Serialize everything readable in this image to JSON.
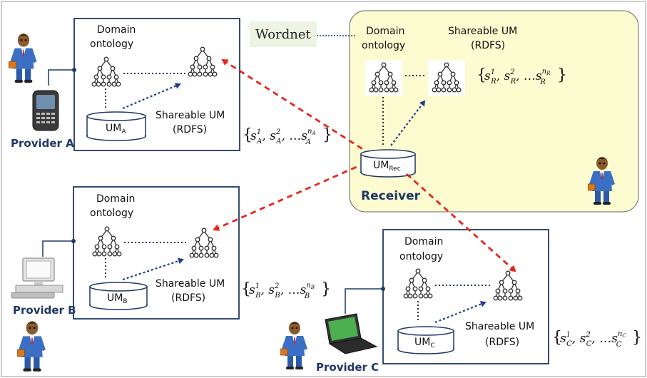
{
  "wordnet": "Wordnet",
  "receiver": {
    "label": "Receiver",
    "domain_ontology_1": "Domain",
    "domain_ontology_2": "ontology",
    "shareable_1": "Shareable UM",
    "shareable_2": "(RDFS)",
    "um_base": "UM",
    "um_sub": "Rec",
    "set_text": "{s¹ᵣ, s²ᵣ, …sⁿᵣ}",
    "set_sub": "R",
    "set_sup_n": "n",
    "set_sup_n_sub": "R"
  },
  "providers": [
    {
      "id": "A",
      "label": "Provider A",
      "domain_ontology_1": "Domain",
      "domain_ontology_2": "ontology",
      "shareable_1": "Shareable UM",
      "shareable_2": "(RDFS)",
      "um_base": "UM",
      "um_sub": "A",
      "set_sub": "A",
      "set_sup_n": "n",
      "set_sup_n_sub": "A",
      "device": "phone-icon"
    },
    {
      "id": "B",
      "label": "Provider B",
      "domain_ontology_1": "Domain",
      "domain_ontology_2": "ontology",
      "shareable_1": "Shareable UM",
      "shareable_2": "(RDFS)",
      "um_base": "UM",
      "um_sub": "B",
      "set_sub": "B",
      "set_sup_n": "n",
      "set_sup_n_sub": "B",
      "device": "desktop-computer-icon"
    },
    {
      "id": "C",
      "label": "Provider C",
      "domain_ontology_1": "Domain",
      "domain_ontology_2": "ontology",
      "shareable_1": "Shareable UM",
      "shareable_2": "(RDFS)",
      "um_base": "UM",
      "um_sub": "C",
      "set_sub": "C",
      "set_sup_n": "n",
      "set_sup_n_sub": "C",
      "device": "laptop-icon"
    }
  ],
  "colors": {
    "box_border": "#1f3864",
    "receiver_fill": "#fdfbd0",
    "wordnet_fill": "#eef3e2",
    "arrow_red": "#e8261c",
    "arrow_blue": "#1f3d8c",
    "tree_stroke": "#333333"
  }
}
